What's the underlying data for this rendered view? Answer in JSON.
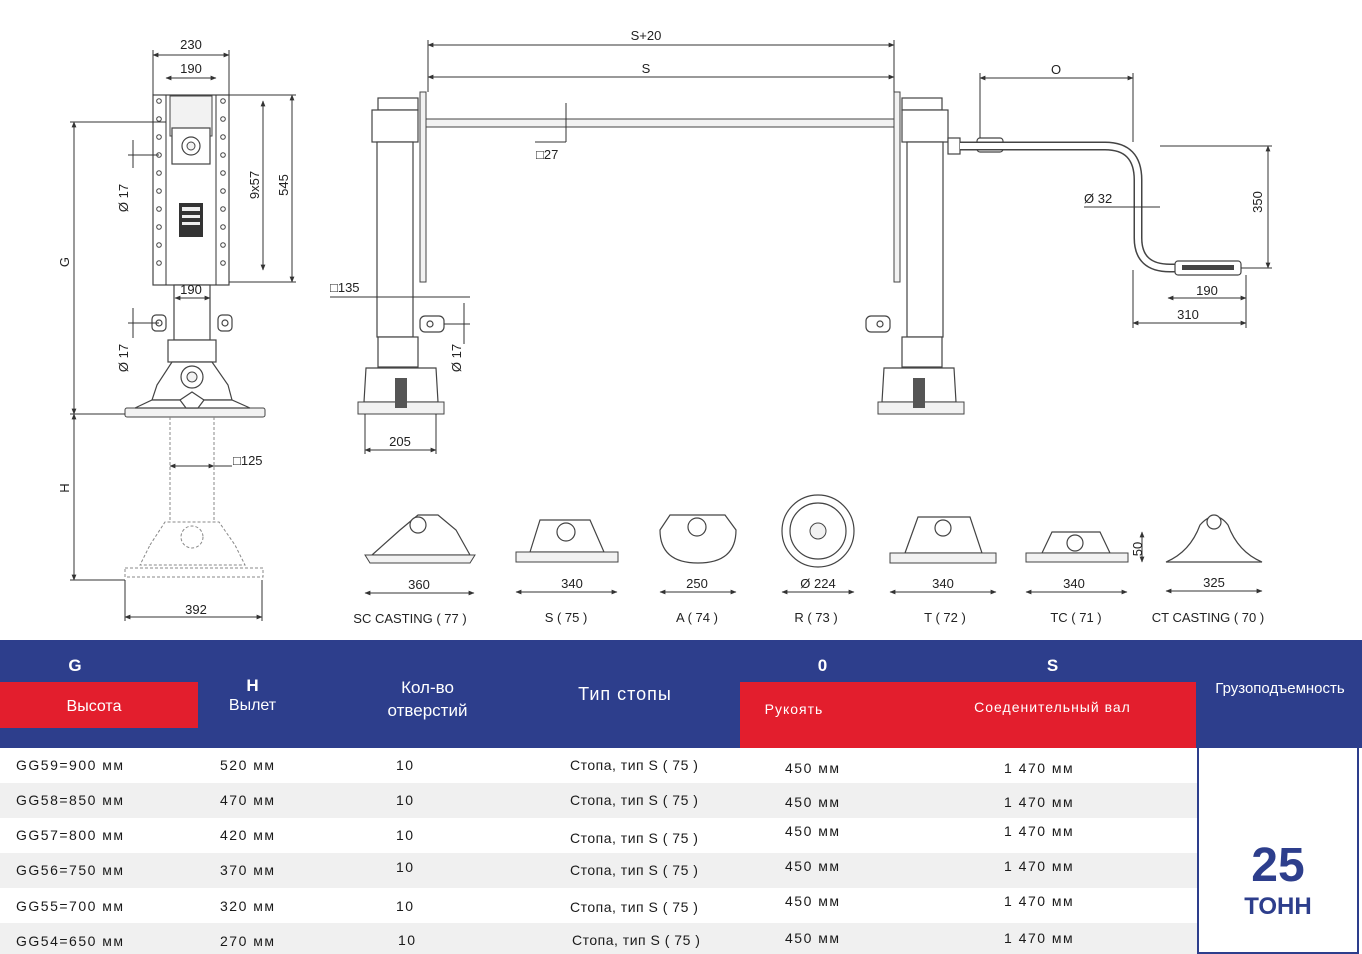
{
  "dimensions": {
    "d230": "230",
    "d190_top": "190",
    "d9x57": "9x57",
    "d545": "545",
    "dG": "G",
    "d17_upper": "Ø 17",
    "d190_mid": "190",
    "d17_lower": "Ø 17",
    "dH": "H",
    "d125": "□125",
    "d392": "392",
    "dS20": "S+20",
    "dS": "S",
    "d27": "□27",
    "d135": "□135",
    "d17_front": "Ø 17",
    "d205": "205",
    "dO": "O",
    "d32": "Ø 32",
    "d350": "350",
    "d190_handle": "190",
    "d310": "310"
  },
  "feet": [
    {
      "width": "360",
      "label": "SC CASTING ( 77 )"
    },
    {
      "width": "340",
      "label": "S ( 75 )"
    },
    {
      "width": "250",
      "label": "A ( 74 )"
    },
    {
      "width": "Ø 224",
      "label": "R ( 73 )"
    },
    {
      "width": "340",
      "label": "T ( 72 )"
    },
    {
      "width": "340",
      "label": "TC ( 71 )",
      "height": "50"
    },
    {
      "width": "325",
      "label": "CT CASTING ( 70 )"
    }
  ],
  "table": {
    "headers": {
      "g_letter": "G",
      "g_label": "Высота",
      "h_letter": "H",
      "h_label": "Вылет",
      "holes": "Кол-во отверстий",
      "foot_type": "Тип стопы",
      "o_letter": "0",
      "o_label": "Рукоять",
      "s_letter": "S",
      "s_label": "Соеденительный вал",
      "capacity": "Грузоподъемность"
    },
    "rows": [
      {
        "g": "GG59=900 мм",
        "h": "520 мм",
        "holes": "10",
        "foot": "Стопа, тип S ( 75 )",
        "o": "450 мм",
        "s": "1 470 мм"
      },
      {
        "g": "GG58=850 мм",
        "h": "470 мм",
        "holes": "10",
        "foot": "Стопа, тип S ( 75 )",
        "o": "450 мм",
        "s": "1 470 мм"
      },
      {
        "g": "GG57=800 мм",
        "h": "420 мм",
        "holes": "10",
        "foot": "Стопа, тип S ( 75 )",
        "o": "450 мм",
        "s": "1 470 мм"
      },
      {
        "g": "GG56=750 мм",
        "h": "370 мм",
        "holes": "10",
        "foot": "Стопа, тип S ( 75 )",
        "o": "450 мм",
        "s": "1 470 мм"
      },
      {
        "g": "GG55=700 мм",
        "h": "320 мм",
        "holes": "10",
        "foot": "Стопа, тип S ( 75 )",
        "o": "450 мм",
        "s": "1 470 мм"
      },
      {
        "g": "GG54=650 мм",
        "h": "270 мм",
        "holes": "10",
        "foot": "Стопа, тип S ( 75 )",
        "o": "450 мм",
        "s": "1 470 мм"
      }
    ],
    "capacity_value": "25",
    "capacity_unit": "ТОНН"
  },
  "colors": {
    "blue": "#2d3e8c",
    "red": "#e31e2d"
  }
}
